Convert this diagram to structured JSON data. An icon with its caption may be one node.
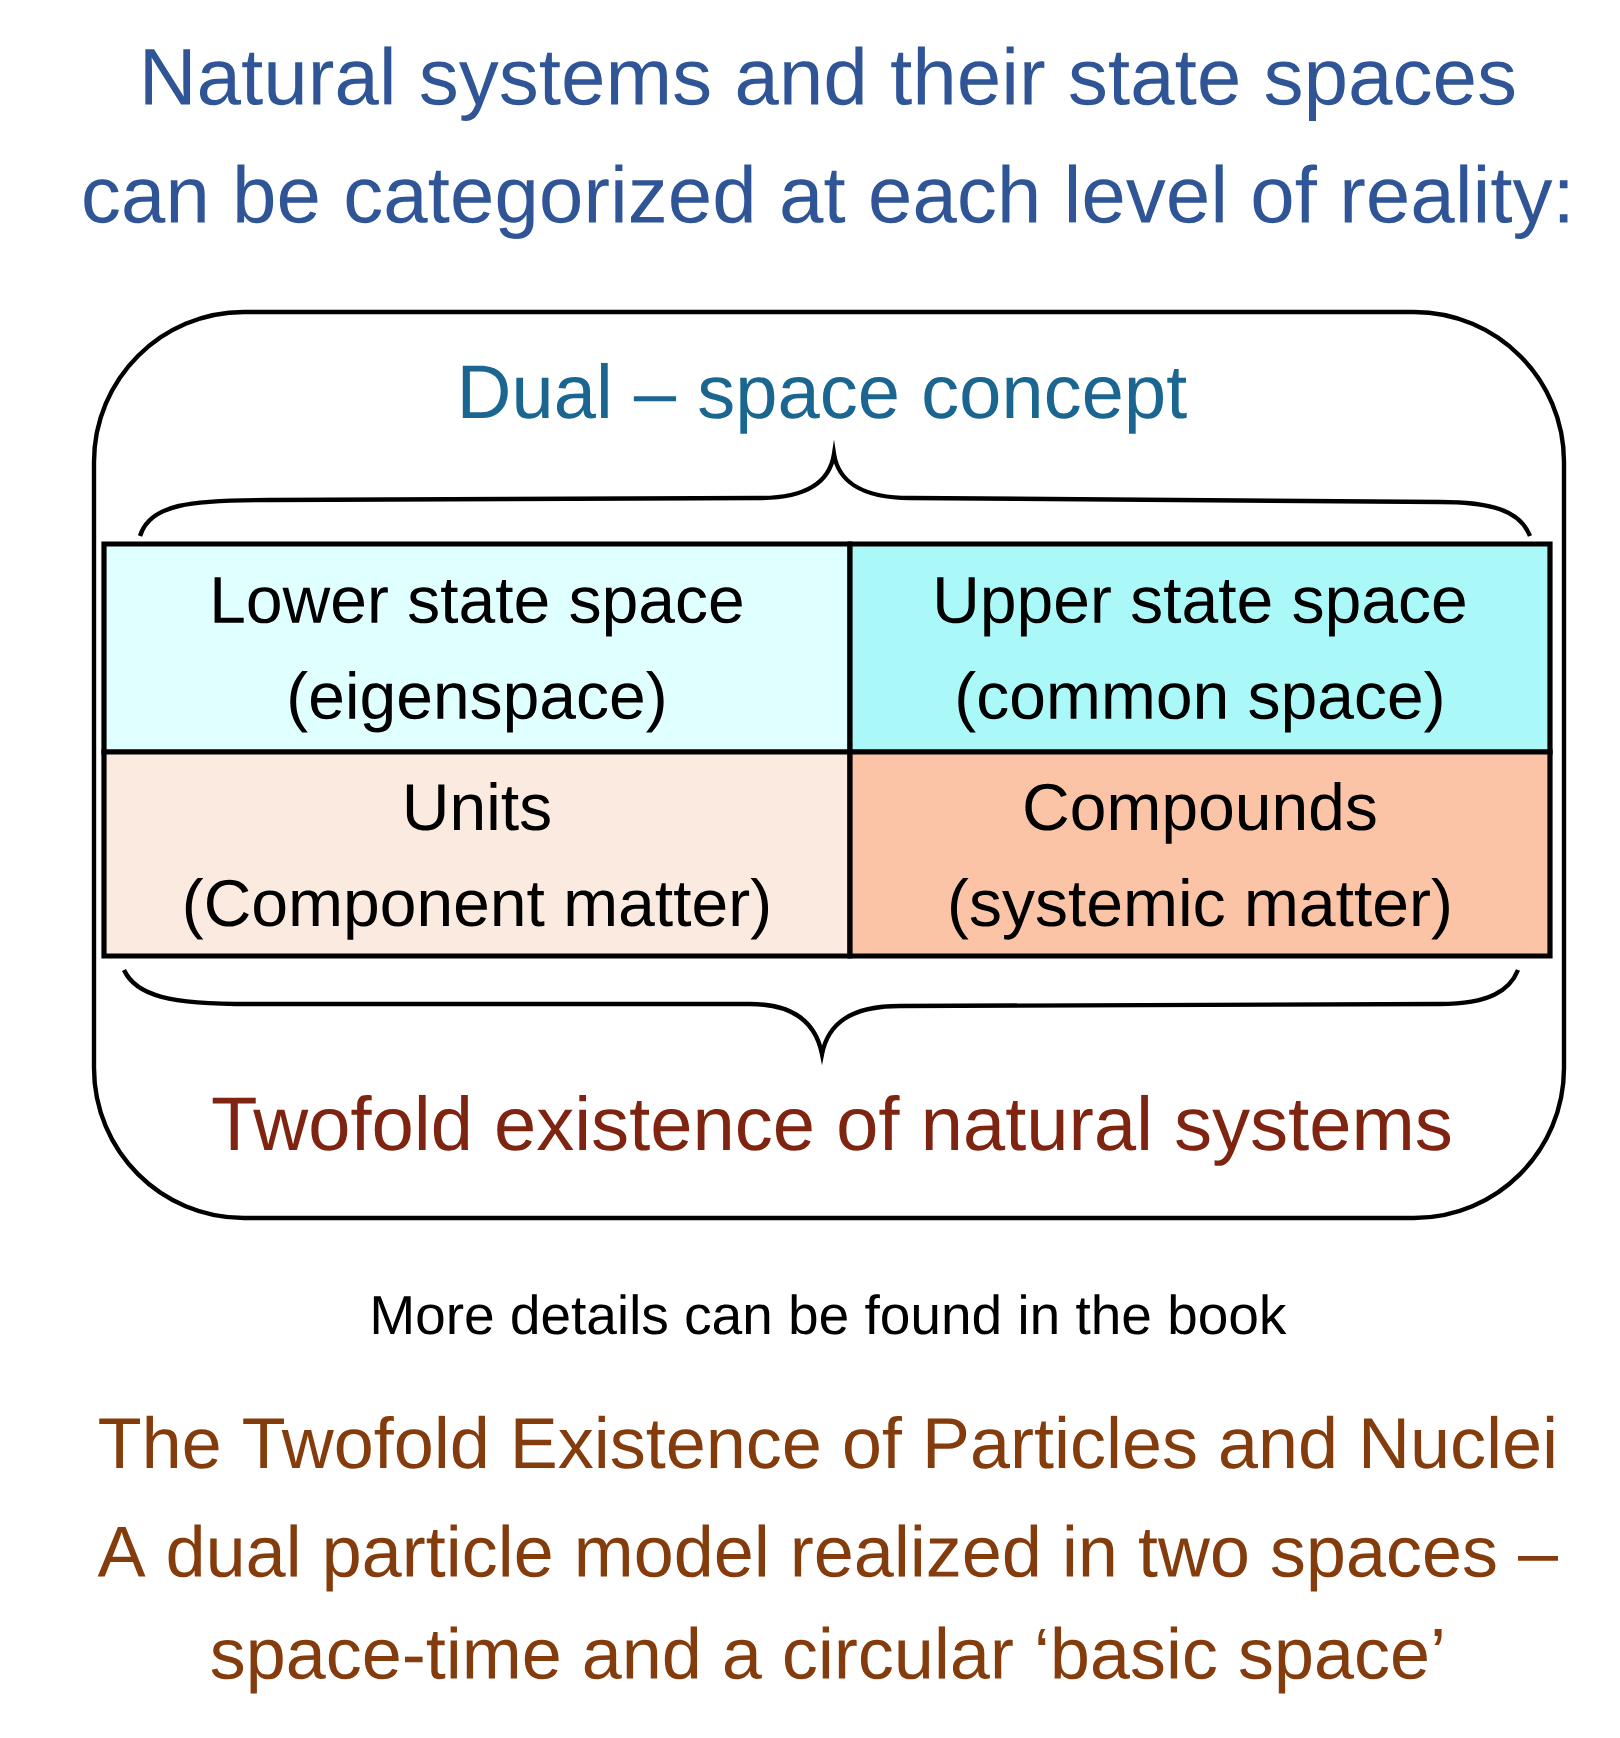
{
  "diagram": {
    "title": "Natural systems and their state spaces can be categorized at each level of reality:",
    "nodes": [
      {
        "text": [
          "Dual – space concept",
          "Twofold existence of natural systems"
        ]
      },
      {
        "text": [
          "Lower state space",
          "(eigenspace)"
        ],
        "in": 0
      },
      {
        "text": [
          "Upper state space",
          "(common space)"
        ],
        "in": 0
      },
      {
        "text": [
          "Units",
          "(Component matter)"
        ],
        "in": 0
      },
      {
        "text": [
          "Compounds",
          "(systemic matter)"
        ],
        "in": 0
      }
    ],
    "labels": [
      "More details can be found in the book",
      "The Twofold Existence of Particles and Nuclei",
      "A dual particle model realized in two spaces – space-time and a circular ‘basic space’"
    ]
  }
}
